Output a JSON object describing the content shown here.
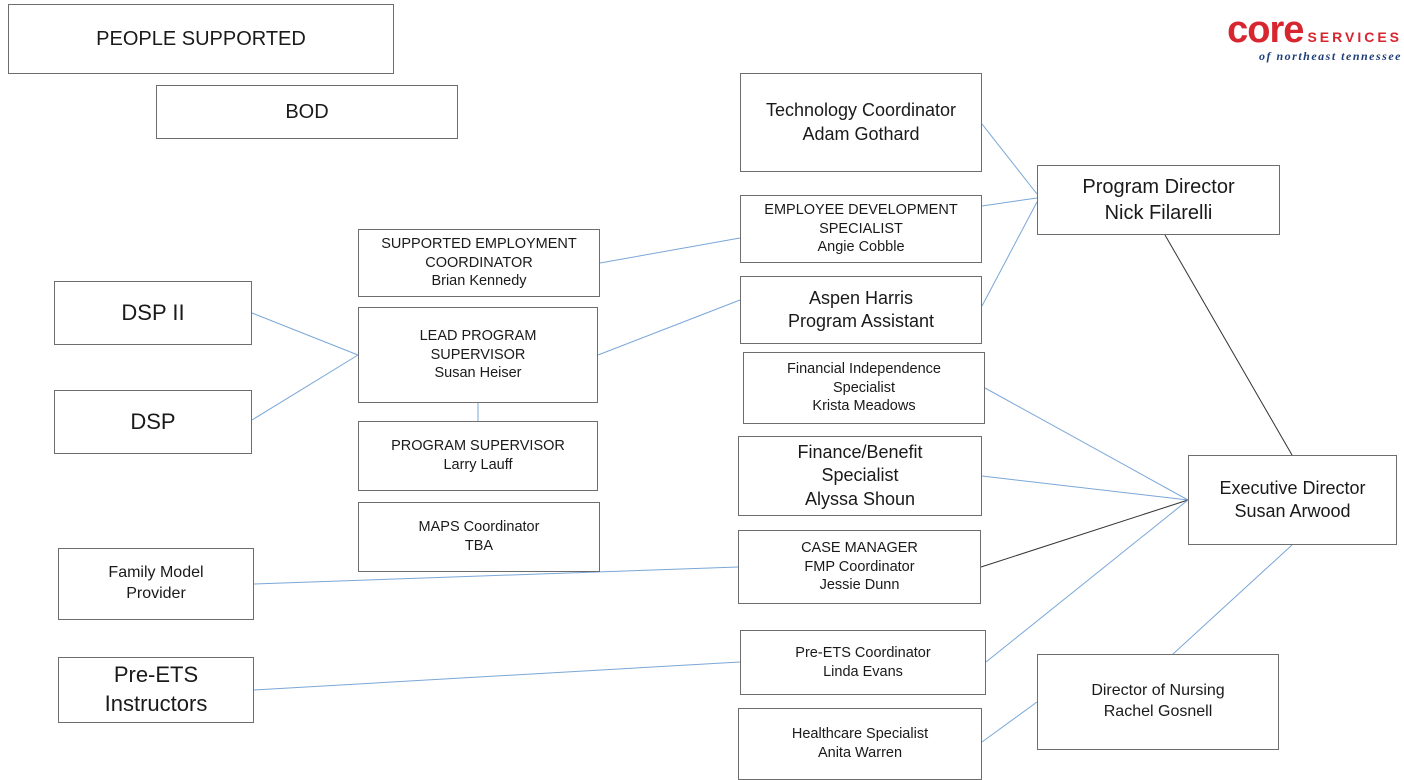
{
  "logo": {
    "word": "core",
    "services": "SERVICES",
    "subtitle": "of northeast tennessee",
    "word_color": "#d7262f",
    "services_color": "#d7262f",
    "subtitle_color": "#1f3f7a"
  },
  "colors": {
    "line_blue": "#7aa7d8",
    "line_black": "#333333",
    "box_border": "#6d6d6d"
  },
  "boxes": {
    "people_supported": [
      "PEOPLE SUPPORTED"
    ],
    "bod": [
      "BOD"
    ],
    "technology_coordinator": [
      "Technology Coordinator",
      "Adam Gothard"
    ],
    "program_director": [
      "Program Director",
      "Nick Filarelli"
    ],
    "employee_development_specialist": [
      "EMPLOYEE DEVELOPMENT",
      "SPECIALIST",
      "Angie Cobble"
    ],
    "supported_employment_coordinator": [
      "SUPPORTED EMPLOYMENT",
      "COORDINATOR",
      "Brian Kennedy"
    ],
    "aspen_harris": [
      "Aspen Harris",
      "Program Assistant"
    ],
    "dsp_ii": [
      "DSP II"
    ],
    "lead_program_supervisor": [
      "LEAD PROGRAM",
      "SUPERVISOR",
      "Susan Heiser"
    ],
    "dsp": [
      "DSP"
    ],
    "financial_independence_specialist": [
      "Financial Independence",
      "Specialist",
      "Krista Meadows"
    ],
    "program_supervisor": [
      "PROGRAM SUPERVISOR",
      "Larry Lauff"
    ],
    "finance_benefit_specialist": [
      "Finance/Benefit",
      "Specialist",
      "Alyssa Shoun"
    ],
    "executive_director": [
      "Executive Director",
      "Susan Arwood"
    ],
    "maps_coordinator": [
      "MAPS Coordinator",
      "TBA"
    ],
    "case_manager": [
      "CASE MANAGER",
      "FMP Coordinator",
      "Jessie Dunn"
    ],
    "family_model_provider": [
      "Family Model",
      "Provider"
    ],
    "pre_ets_coordinator": [
      "Pre-ETS Coordinator",
      "Linda Evans"
    ],
    "pre_ets_instructors": [
      "Pre-ETS",
      "Instructors"
    ],
    "director_of_nursing": [
      "Director of Nursing",
      "Rachel Gosnell"
    ],
    "healthcare_specialist": [
      "Healthcare Specialist",
      "Anita Warren"
    ]
  },
  "connections": [
    {
      "from": "technology_coordinator",
      "to": "program_director",
      "color": "blue"
    },
    {
      "from": "employee_development_specialist",
      "to": "program_director",
      "color": "blue"
    },
    {
      "from": "aspen_harris",
      "to": "program_director",
      "color": "blue"
    },
    {
      "from": "supported_employment_coordinator",
      "to": "employee_development_specialist",
      "color": "blue"
    },
    {
      "from": "lead_program_supervisor",
      "to": "aspen_harris",
      "color": "blue"
    },
    {
      "from": "dsp_ii",
      "to": "lead_program_supervisor",
      "color": "blue"
    },
    {
      "from": "dsp",
      "to": "lead_program_supervisor",
      "color": "blue"
    },
    {
      "from": "lead_program_supervisor",
      "to": "program_supervisor",
      "color": "blue"
    },
    {
      "from": "program_director",
      "to": "executive_director",
      "color": "black"
    },
    {
      "from": "financial_independence_specialist",
      "to": "executive_director",
      "color": "blue"
    },
    {
      "from": "finance_benefit_specialist",
      "to": "executive_director",
      "color": "blue"
    },
    {
      "from": "case_manager",
      "to": "executive_director",
      "color": "black"
    },
    {
      "from": "pre_ets_coordinator",
      "to": "executive_director",
      "color": "blue"
    },
    {
      "from": "executive_director",
      "to": "director_of_nursing",
      "color": "blue"
    },
    {
      "from": "healthcare_specialist",
      "to": "director_of_nursing",
      "color": "blue"
    },
    {
      "from": "family_model_provider",
      "to": "case_manager",
      "color": "blue"
    },
    {
      "from": "pre_ets_instructors",
      "to": "pre_ets_coordinator",
      "color": "blue"
    }
  ]
}
